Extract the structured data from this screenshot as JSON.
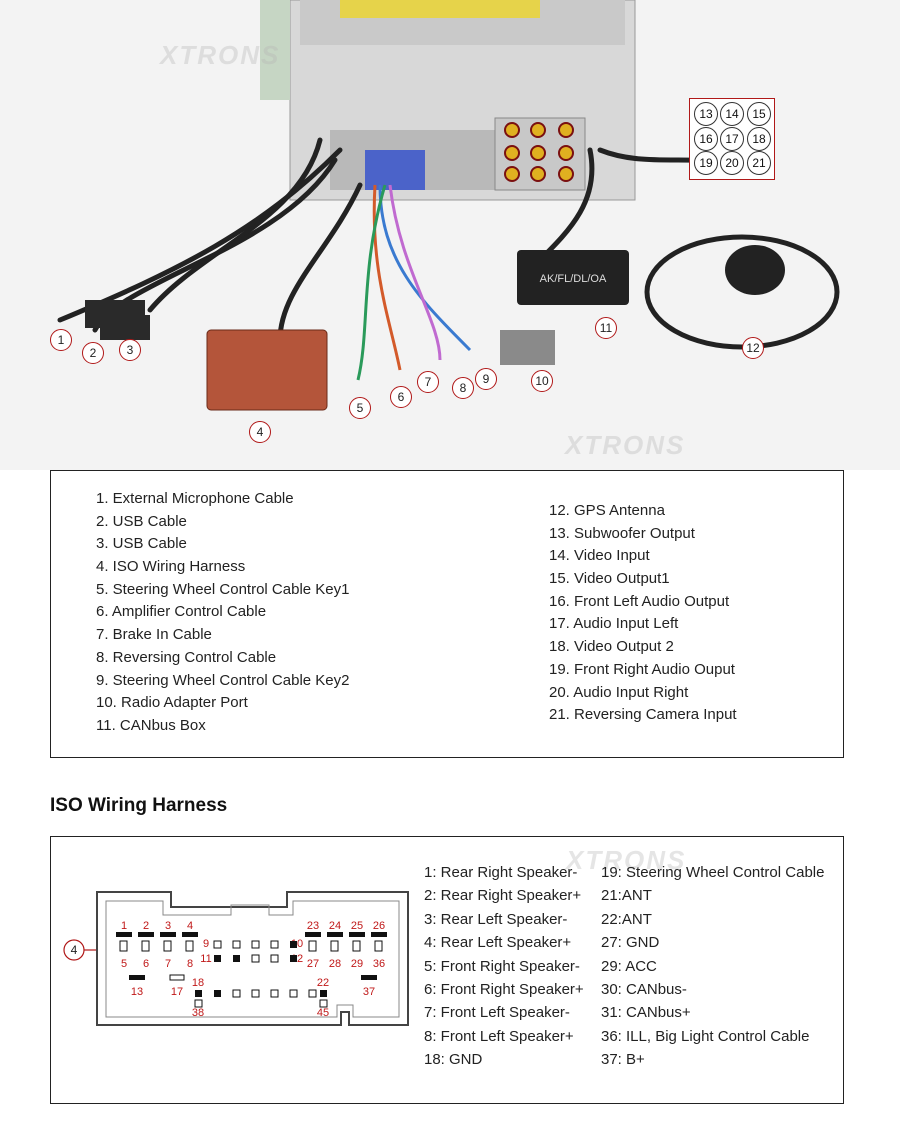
{
  "photo": {
    "callouts": [
      "1",
      "2",
      "3",
      "4",
      "5",
      "6",
      "7",
      "8",
      "9",
      "10",
      "11",
      "12"
    ],
    "pin_grid": [
      "13",
      "14",
      "15",
      "16",
      "17",
      "18",
      "19",
      "20",
      "21"
    ],
    "canbus_label": "AK/FL/DL/OA",
    "watermark": "XTRONS"
  },
  "legend": {
    "left": [
      "1. External Microphone Cable",
      "2. USB Cable",
      "3. USB Cable",
      "4. ISO Wiring Harness",
      "5. Steering Wheel Control Cable Key1",
      "6. Amplifier Control Cable",
      "7. Brake In Cable",
      "8. Reversing Control Cable",
      "9. Steering Wheel Control Cable Key2",
      "10. Radio Adapter Port",
      "11. CANbus Box"
    ],
    "right": [
      "12. GPS Antenna",
      "13. Subwoofer Output",
      "14. Video Input",
      "15. Video Output1",
      "16. Front Left Audio Output",
      "17. Audio Input Left",
      "18. Video Output 2",
      "19. Front Right Audio Ouput",
      "20. Audio Input Right",
      "21. Reversing Camera Input"
    ]
  },
  "iso": {
    "title": "ISO Wiring Harness",
    "callout": "4",
    "connector_numbers": [
      "1",
      "2",
      "3",
      "4",
      "5",
      "6",
      "7",
      "8",
      "9",
      "10",
      "11",
      "12",
      "13",
      "17",
      "18",
      "22",
      "23",
      "24",
      "25",
      "26",
      "27",
      "28",
      "29",
      "36",
      "37",
      "38",
      "45"
    ],
    "pins_left": [
      "1: Rear Right Speaker-",
      "2: Rear Right Speaker+",
      "3: Rear Left Speaker-",
      "4: Rear Left Speaker+",
      "5: Front Right Speaker-",
      "6: Front Right Speaker+",
      "7: Front Left Speaker-",
      "8: Front Left Speaker+",
      "18: GND"
    ],
    "pins_right": [
      "19: Steering Wheel Control Cable",
      "21:ANT",
      "22:ANT",
      "27: GND",
      "29: ACC",
      "30: CANbus-",
      "31: CANbus+",
      "36: ILL, Big Light Control Cable",
      "37: B+"
    ]
  }
}
